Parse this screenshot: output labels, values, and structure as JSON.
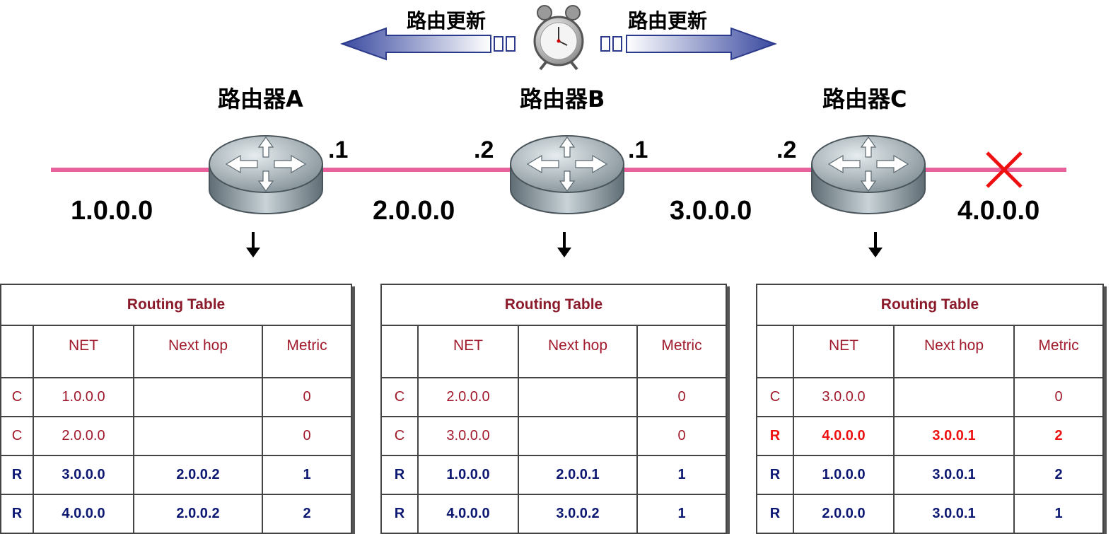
{
  "update": {
    "left_label": "路由更新",
    "right_label": "路由更新",
    "clock_icon": "alarm-clock-icon"
  },
  "routers": [
    {
      "name": "路由器A"
    },
    {
      "name": "路由器B"
    },
    {
      "name": "路由器C"
    }
  ],
  "interfaces": {
    "a_right": ".1",
    "b_left": ".2",
    "b_right": ".1",
    "c_left": ".2"
  },
  "networks": [
    "1.0.0.0",
    "2.0.0.0",
    "3.0.0.0",
    "4.0.0.0"
  ],
  "failure_icon": "red-x-icon",
  "colors": {
    "link": "#e8619a",
    "connected": "#a0192b",
    "rip": "#0d1873",
    "highlight": "#ee1111",
    "arrow": "#3a4aa0"
  },
  "tables": [
    {
      "title": "Routing Table",
      "headers": [
        "",
        "NET",
        "Next hop",
        "Metric"
      ],
      "rows": [
        {
          "type": "C",
          "net": "1.0.0.0",
          "next_hop": "",
          "metric": "0"
        },
        {
          "type": "C",
          "net": "2.0.0.0",
          "next_hop": "",
          "metric": "0"
        },
        {
          "type": "R",
          "net": "3.0.0.0",
          "next_hop": "2.0.0.2",
          "metric": "1"
        },
        {
          "type": "R",
          "net": "4.0.0.0",
          "next_hop": "2.0.0.2",
          "metric": "2"
        }
      ]
    },
    {
      "title": "Routing Table",
      "headers": [
        "",
        "NET",
        "Next hop",
        "Metric"
      ],
      "rows": [
        {
          "type": "C",
          "net": "2.0.0.0",
          "next_hop": "",
          "metric": "0"
        },
        {
          "type": "C",
          "net": "3.0.0.0",
          "next_hop": "",
          "metric": "0"
        },
        {
          "type": "R",
          "net": "1.0.0.0",
          "next_hop": "2.0.0.1",
          "metric": "1"
        },
        {
          "type": "R",
          "net": "4.0.0.0",
          "next_hop": "3.0.0.2",
          "metric": "1"
        }
      ]
    },
    {
      "title": "Routing Table",
      "headers": [
        "",
        "NET",
        "Next hop",
        "Metric"
      ],
      "rows": [
        {
          "type": "C",
          "net": "3.0.0.0",
          "next_hop": "",
          "metric": "0"
        },
        {
          "type": "R",
          "net": "4.0.0.0",
          "next_hop": "3.0.0.1",
          "metric": "2",
          "highlight": true
        },
        {
          "type": "R",
          "net": "1.0.0.0",
          "next_hop": "3.0.0.1",
          "metric": "2"
        },
        {
          "type": "R",
          "net": "2.0.0.0",
          "next_hop": "3.0.0.1",
          "metric": "1"
        }
      ]
    }
  ]
}
